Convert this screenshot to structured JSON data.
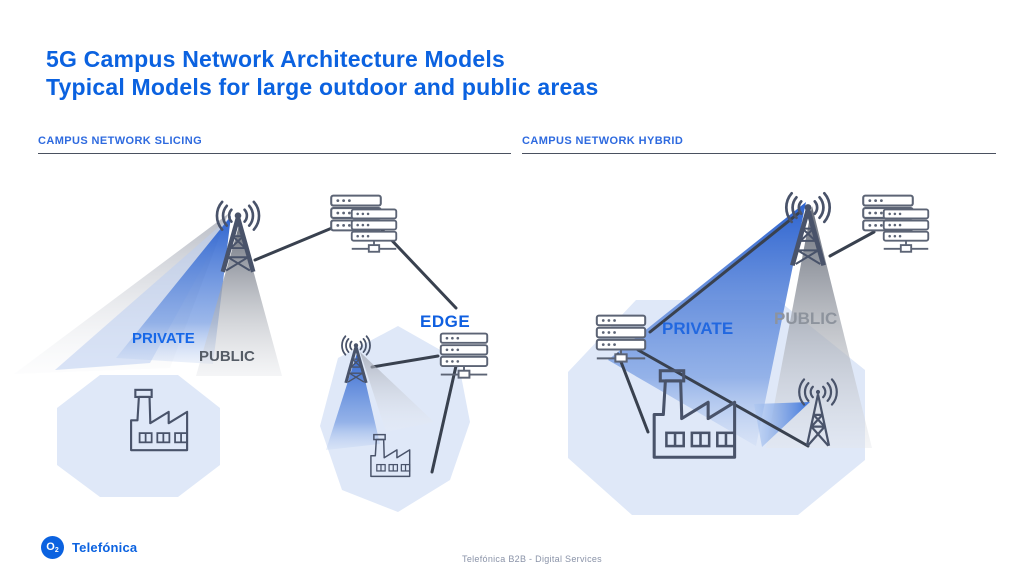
{
  "header": {
    "title_line1": "5G Campus Network Architecture Models",
    "title_line2": "Typical Models for large outdoor and public areas"
  },
  "sections": {
    "left": {
      "heading": "CAMPUS NETWORK SLICING",
      "labels": {
        "private": "PRIVATE",
        "public": "PUBLIC",
        "edge": "EDGE"
      }
    },
    "right": {
      "heading": "CAMPUS NETWORK HYBRID",
      "labels": {
        "private": "PRIVATE",
        "public": "PUBLIC"
      }
    }
  },
  "icons": {
    "cell_tower": "cell-tower-icon",
    "radio_waves": "radio-waves-icon",
    "server_cluster": "server-cluster-icon",
    "server": "server-icon",
    "edge_server": "edge-server-icon",
    "factory": "factory-icon",
    "lattice_antenna": "lattice-antenna-icon",
    "logo": "o2-telefonica-logo"
  },
  "colors": {
    "title_blue": "#0b62e0",
    "heading_blue": "#2e6adf",
    "private_blue": "#1667e8",
    "public_dark_gray": "#555c66",
    "public_light_gray": "#8d939d",
    "edge_blue": "#0f5fe0",
    "beam_blue": "#2d63cf",
    "beam_gray": "#666c78",
    "zone_light_blue": "#dfe8f8",
    "icon_stroke": "#49536a",
    "connector_line": "#39414f",
    "logo_blue": "#0b62e0",
    "footer_gray": "#8a93a8"
  },
  "footer": {
    "logo_o": "O",
    "logo_sub": "2",
    "brand": "Telefónica",
    "center_text": "Telefónica B2B - Digital Services"
  }
}
